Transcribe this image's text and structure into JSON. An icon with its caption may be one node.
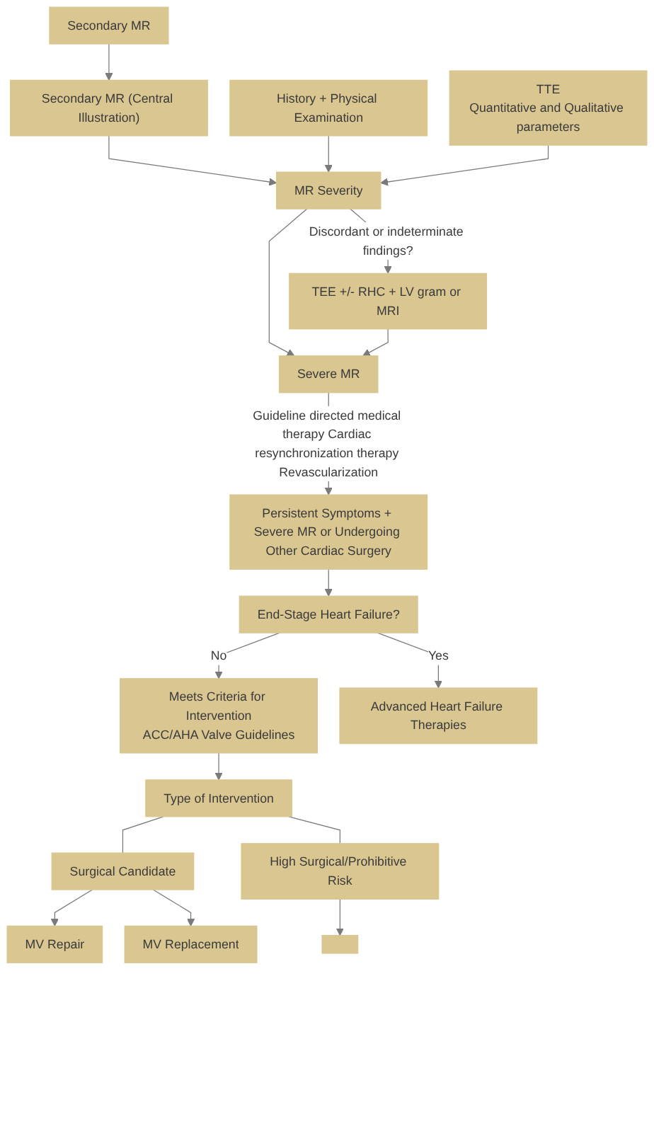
{
  "diagram": {
    "nodes": [
      {
        "text": [
          "Secondary MR"
        ]
      },
      {
        "text": [
          "Secondary MR (Central Illustration)"
        ]
      },
      {
        "text": [
          "History + Physical Examination"
        ]
      },
      {
        "text": [
          "MR Severity"
        ]
      },
      {
        "text": [
          "TTE",
          "Quantitative and Qualitative parameters"
        ]
      },
      {
        "text": [
          "TEE +/- RHC + LV gram or MRI"
        ]
      },
      {
        "text": [
          "Severe MR"
        ]
      },
      {
        "text": [
          "Persistent Symptoms + Severe MR or Undergoing Other Cardiac Surgery"
        ]
      },
      {
        "text": [
          "End-Stage Heart Failure?"
        ]
      },
      {
        "text": [
          "Meets Criteria for Intervention",
          "ACC/AHA Valve Guidelines"
        ]
      },
      {
        "text": [
          "Advanced Heart Failure Therapies"
        ]
      },
      {
        "text": [
          "Type of Intervention"
        ]
      },
      {
        "text": [
          "Surgical Candidate"
        ]
      },
      {
        "text": [
          "High Surgical/Prohibitive Risk"
        ]
      },
      {
        "text": [
          "MV Repair"
        ]
      },
      {
        "text": [
          "MV Replacement"
        ]
      },
      {
        "text": [],
        "shape": "box"
      }
    ],
    "edges": [
      {
        "from": 0,
        "to": 1,
        "arrow": "to"
      },
      {
        "from": 1,
        "to": 3,
        "arrow": "to"
      },
      {
        "from": 2,
        "to": 3,
        "arrow": "to"
      },
      {
        "from": 4,
        "to": 3,
        "arrow": "to"
      },
      {
        "from": 3,
        "to": 5,
        "arrow": "to",
        "label": "Discordant or indeterminate findings?"
      },
      {
        "from": 3,
        "to": 6,
        "arrow": "to"
      },
      {
        "from": 5,
        "to": 6,
        "arrow": "to"
      },
      {
        "from": 6,
        "to": 7,
        "arrow": "to",
        "label": "Guideline directed medical therapy Cardiac resynchronization therapy Revascularization"
      },
      {
        "from": 7,
        "to": 8,
        "arrow": "to"
      },
      {
        "from": 8,
        "to": 9,
        "arrow": "to",
        "label": "No"
      },
      {
        "from": 8,
        "to": 10,
        "arrow": "to",
        "label": "Yes"
      },
      {
        "from": 9,
        "to": 11,
        "arrow": "to"
      },
      {
        "from": 11,
        "to": 12,
        "arrow": "none"
      },
      {
        "from": 11,
        "to": 13,
        "arrow": "none"
      },
      {
        "from": 12,
        "to": 14,
        "arrow": "to"
      },
      {
        "from": 12,
        "to": 15,
        "arrow": "to"
      },
      {
        "from": 13,
        "to": 16,
        "arrow": "to"
      }
    ]
  }
}
